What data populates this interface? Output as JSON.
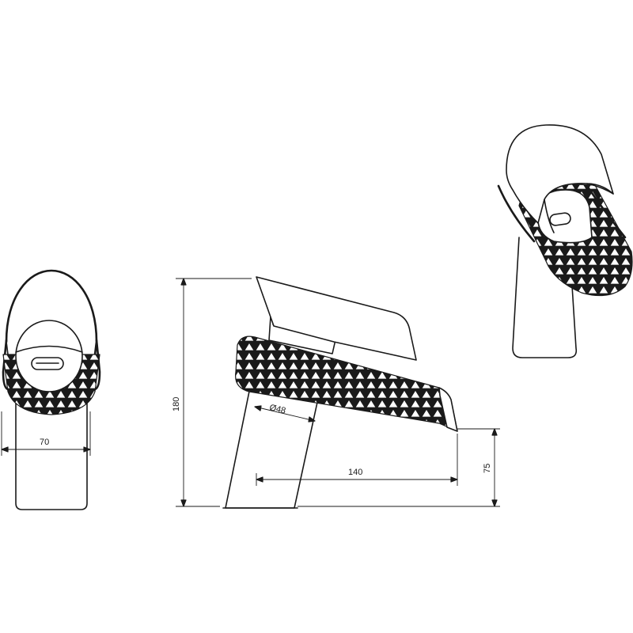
{
  "drawing": {
    "dimensions": {
      "width": "70",
      "height": "180",
      "diameter": "Ø48",
      "reach": "140",
      "spout_height": "75"
    }
  }
}
